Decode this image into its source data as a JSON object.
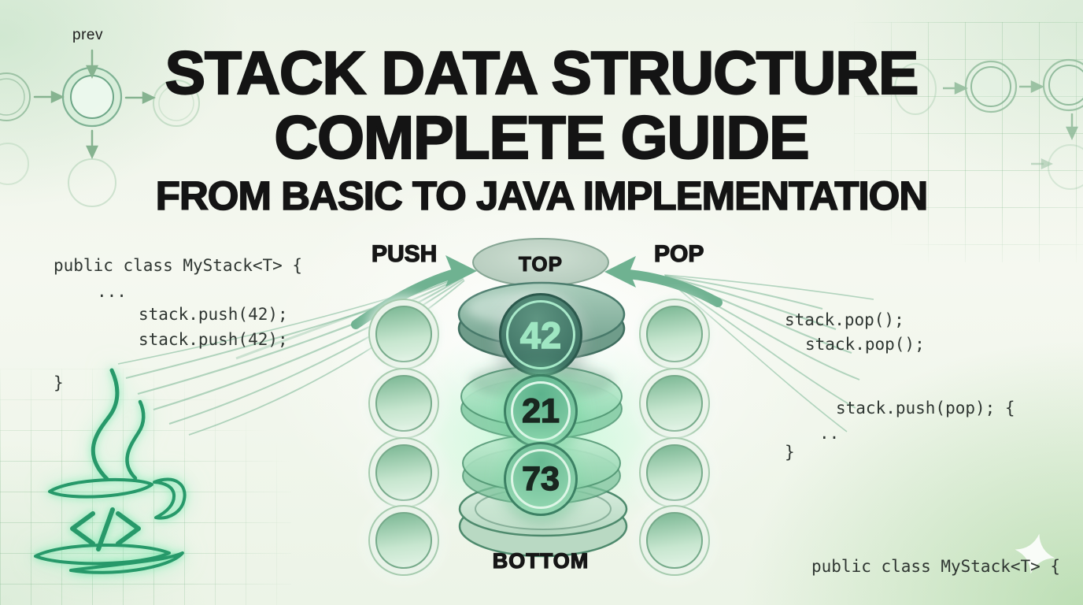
{
  "labels": {
    "prev": "prev",
    "push": "PUSH",
    "pop": "POP",
    "top": "TOP",
    "bottom": "BOTTOM"
  },
  "title": {
    "line1": "STACK DATA STRUCTURE",
    "line2": "COMPLETE GUIDE",
    "subtitle": "FROM BASIC TO JAVA IMPLEMENTATION"
  },
  "stack": {
    "items": [
      {
        "position": "top",
        "value": "42"
      },
      {
        "position": "middle",
        "value": "21"
      },
      {
        "position": "bottom",
        "value": "73"
      }
    ]
  },
  "code_left": {
    "lines": [
      "public class MyStack<T> {",
      "...",
      "stack.push(42);",
      "stack.push(42);",
      "}"
    ]
  },
  "code_right": {
    "lines": [
      "stack.pop();",
      "stack.pop();",
      "stack.push(pop); {",
      "..",
      "}"
    ]
  },
  "code_bottom_right": "public class MyStack<T> {",
  "icons": {
    "java_logo": "java-coffee-cup",
    "sparkle": "four-point-sparkle",
    "flowchart_left": "node-circles-with-arrows",
    "flowchart_right": "node-circles-with-arrows"
  },
  "colors": {
    "background": "#f0f6ec",
    "accent_green": "#2f9e6e",
    "arrow_green": "#6fb291",
    "title_text": "#141414",
    "code_text": "#2e3531",
    "token_top_fill": "#3e7264",
    "token_top_text": "#9fe6c2",
    "token_mid_fill": "#84cea7",
    "token_text_dark": "#192720"
  }
}
